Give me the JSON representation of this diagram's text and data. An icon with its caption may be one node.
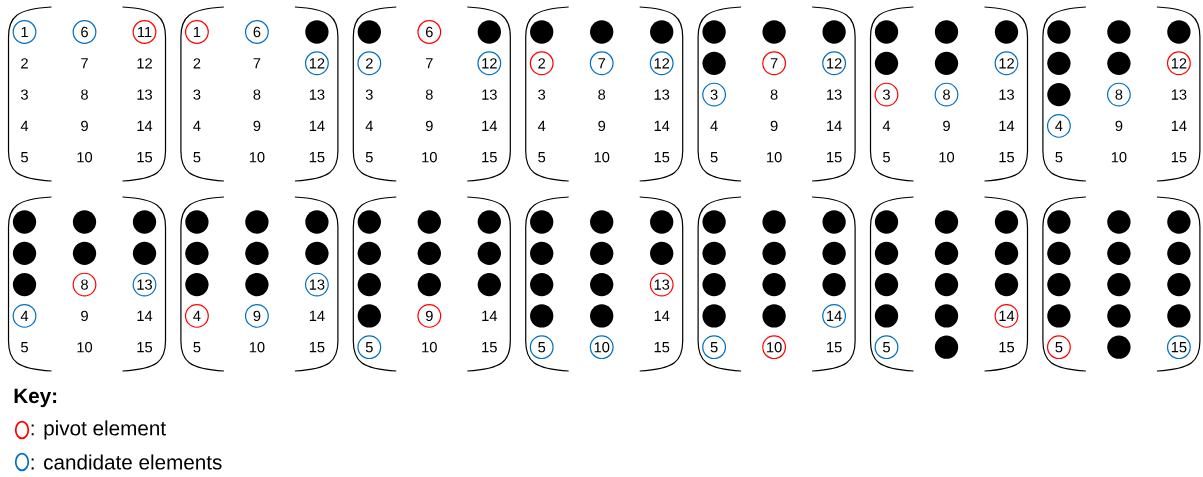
{
  "diagram": {
    "nodes": [
      {
        "text": [
          "2",
          "7",
          "12",
          "3",
          "8",
          "13",
          "4",
          "9",
          "14",
          "5",
          "10",
          "15"
        ]
      },
      {
        "text": [
          "1"
        ],
        "in": 0
      },
      {
        "text": [
          "6"
        ],
        "in": 0
      },
      {
        "text": [
          "11"
        ],
        "in": 0
      },
      {
        "text": [
          "2",
          "7",
          "3",
          "8",
          "13",
          "4",
          "9",
          "14",
          "5",
          "10",
          "15"
        ]
      },
      {
        "text": [
          "1"
        ],
        "in": 4
      },
      {
        "text": [
          "6"
        ],
        "in": 4
      },
      {
        "text": [],
        "shape": "circle",
        "in": 4
      },
      {
        "text": [
          "12"
        ],
        "in": 4
      },
      {
        "text": [
          "7",
          "3",
          "8",
          "13",
          "4",
          "9",
          "14",
          "5",
          "10",
          "15"
        ]
      },
      {
        "text": [],
        "shape": "circle",
        "in": 9
      },
      {
        "text": [
          "6"
        ],
        "in": 9
      },
      {
        "text": [],
        "shape": "circle",
        "in": 9
      },
      {
        "text": [
          "2"
        ],
        "in": 9
      },
      {
        "text": [
          "12"
        ],
        "in": 9
      },
      {
        "text": [
          "3",
          "8",
          "13",
          "4",
          "9",
          "14",
          "5",
          "10",
          "15"
        ]
      },
      {
        "text": [],
        "shape": "circle",
        "in": 15
      },
      {
        "text": [],
        "shape": "circle",
        "in": 15
      },
      {
        "text": [],
        "shape": "circle",
        "in": 15
      },
      {
        "text": [
          "2"
        ],
        "in": 15
      },
      {
        "text": [
          "7"
        ],
        "in": 15
      },
      {
        "text": [
          "12"
        ],
        "in": 15
      },
      {
        "text": [
          "8",
          "13",
          "4",
          "9",
          "14",
          "5",
          "10",
          "15"
        ]
      },
      {
        "text": [],
        "shape": "circle",
        "in": 22
      },
      {
        "text": [],
        "shape": "circle",
        "in": 22
      },
      {
        "text": [],
        "shape": "circle",
        "in": 22
      },
      {
        "text": [],
        "shape": "circle",
        "in": 22
      },
      {
        "text": [
          "7"
        ],
        "in": 22
      },
      {
        "text": [
          "12"
        ],
        "in": 22
      },
      {
        "text": [
          "3"
        ],
        "in": 22
      },
      {
        "text": [
          "13",
          "4",
          "9",
          "14",
          "5",
          "10",
          "15"
        ]
      },
      {
        "text": [],
        "shape": "circle",
        "in": 30
      },
      {
        "text": [],
        "shape": "circle",
        "in": 30
      },
      {
        "text": [],
        "shape": "circle",
        "in": 30
      },
      {
        "text": [],
        "shape": "circle",
        "in": 30
      },
      {
        "text": [],
        "shape": "circle",
        "in": 30
      },
      {
        "text": [
          "12"
        ],
        "in": 30
      },
      {
        "text": [
          "3"
        ],
        "in": 30
      },
      {
        "text": [
          "8"
        ],
        "in": 30
      },
      {
        "text": [
          "13",
          "9",
          "14",
          "5",
          "10",
          "15"
        ]
      },
      {
        "text": [],
        "shape": "circle",
        "in": 39
      },
      {
        "text": [],
        "shape": "circle",
        "in": 39
      },
      {
        "text": [],
        "shape": "circle",
        "in": 39
      },
      {
        "text": [],
        "shape": "circle",
        "in": 39
      },
      {
        "text": [],
        "shape": "circle",
        "in": 39
      },
      {
        "text": [
          "12"
        ],
        "in": 39
      },
      {
        "text": [],
        "shape": "circle",
        "in": 39
      },
      {
        "text": [
          "8"
        ],
        "in": 39
      },
      {
        "text": [
          "4"
        ],
        "in": 39
      },
      {
        "text": [
          "9",
          "14",
          "5",
          "10",
          "15"
        ]
      },
      {
        "text": [],
        "shape": "circle",
        "in": 49
      },
      {
        "text": [],
        "shape": "circle",
        "in": 49
      },
      {
        "text": [],
        "shape": "circle",
        "in": 49
      },
      {
        "text": [],
        "shape": "circle",
        "in": 49
      },
      {
        "text": [],
        "shape": "circle",
        "in": 49
      },
      {
        "text": [],
        "shape": "circle",
        "in": 49
      },
      {
        "text": [],
        "shape": "circle",
        "in": 49
      },
      {
        "text": [
          "8"
        ],
        "in": 49
      },
      {
        "text": [
          "13"
        ],
        "in": 49
      },
      {
        "text": [
          "4"
        ],
        "in": 49
      },
      {
        "text": [
          "14",
          "5",
          "10",
          "15"
        ]
      },
      {
        "text": [],
        "shape": "circle",
        "in": 60
      },
      {
        "text": [],
        "shape": "circle",
        "in": 60
      },
      {
        "text": [],
        "shape": "circle",
        "in": 60
      },
      {
        "text": [],
        "shape": "circle",
        "in": 60
      },
      {
        "text": [],
        "shape": "circle",
        "in": 60
      },
      {
        "text": [],
        "shape": "circle",
        "in": 60
      },
      {
        "text": [],
        "shape": "circle",
        "in": 60
      },
      {
        "text": [],
        "shape": "circle",
        "in": 60
      },
      {
        "text": [
          "13"
        ],
        "in": 60
      },
      {
        "text": [
          "4"
        ],
        "in": 60
      },
      {
        "text": [
          "9"
        ],
        "in": 60
      },
      {
        "text": [
          "14",
          "10",
          "15"
        ]
      },
      {
        "text": [],
        "shape": "circle",
        "in": 72
      },
      {
        "text": [],
        "shape": "circle",
        "in": 72
      },
      {
        "text": [],
        "shape": "circle",
        "in": 72
      },
      {
        "text": [],
        "shape": "circle",
        "in": 72
      },
      {
        "text": [],
        "shape": "circle",
        "in": 72
      },
      {
        "text": [],
        "shape": "circle",
        "in": 72
      },
      {
        "text": [],
        "shape": "circle",
        "in": 72
      },
      {
        "text": [],
        "shape": "circle",
        "in": 72
      },
      {
        "text": [],
        "shape": "circle",
        "in": 72
      },
      {
        "text": [],
        "shape": "circle",
        "in": 72
      },
      {
        "text": [
          "9"
        ],
        "in": 72
      },
      {
        "text": [
          "5"
        ],
        "in": 72
      },
      {
        "text": [
          "14",
          "15"
        ]
      },
      {
        "text": [],
        "shape": "circle",
        "in": 85
      },
      {
        "text": [],
        "shape": "circle",
        "in": 85
      },
      {
        "text": [],
        "shape": "circle",
        "in": 85
      },
      {
        "text": [],
        "shape": "circle",
        "in": 85
      },
      {
        "text": [],
        "shape": "circle",
        "in": 85
      },
      {
        "text": [],
        "shape": "circle",
        "in": 85
      },
      {
        "text": [],
        "shape": "circle",
        "in": 85
      },
      {
        "text": [],
        "shape": "circle",
        "in": 85
      },
      {
        "text": [
          "13"
        ],
        "in": 85
      },
      {
        "text": [],
        "shape": "circle",
        "in": 85
      },
      {
        "text": [],
        "shape": "circle",
        "in": 85
      },
      {
        "text": [
          "5"
        ],
        "in": 85
      },
      {
        "text": [
          "10"
        ],
        "in": 85
      },
      {
        "text": [
          "15"
        ]
      },
      {
        "text": [],
        "shape": "circle",
        "in": 99
      },
      {
        "text": [],
        "shape": "circle",
        "in": 99
      },
      {
        "text": [],
        "shape": "circle",
        "in": 99
      },
      {
        "text": [],
        "shape": "circle",
        "in": 99
      },
      {
        "text": [],
        "shape": "circle",
        "in": 99
      },
      {
        "text": [],
        "shape": "circle",
        "in": 99
      },
      {
        "text": [],
        "shape": "circle",
        "in": 99
      },
      {
        "text": [],
        "shape": "circle",
        "in": 99
      },
      {
        "text": [],
        "shape": "circle",
        "in": 99
      },
      {
        "text": [],
        "shape": "circle",
        "in": 99
      },
      {
        "text": [],
        "shape": "circle",
        "in": 99
      },
      {
        "text": [
          "14"
        ],
        "in": 99
      },
      {
        "text": [
          "5"
        ],
        "in": 99
      },
      {
        "text": [
          "10"
        ],
        "in": 99
      },
      {
        "text": [
          "15"
        ]
      },
      {
        "text": [],
        "shape": "circle",
        "in": 114
      },
      {
        "text": [],
        "shape": "circle",
        "in": 114
      },
      {
        "text": [],
        "shape": "circle",
        "in": 114
      },
      {
        "text": [],
        "shape": "circle",
        "in": 114
      },
      {
        "text": [],
        "shape": "circle",
        "in": 114
      },
      {
        "text": [],
        "shape": "circle",
        "in": 114
      },
      {
        "text": [],
        "shape": "circle",
        "in": 114
      },
      {
        "text": [],
        "shape": "circle",
        "in": 114
      },
      {
        "text": [],
        "shape": "circle",
        "in": 114
      },
      {
        "text": [],
        "shape": "circle",
        "in": 114
      },
      {
        "text": [],
        "shape": "circle",
        "in": 114
      },
      {
        "text": [
          "14"
        ],
        "in": 114
      },
      {
        "text": [
          "5"
        ],
        "in": 114
      },
      {
        "text": [],
        "shape": "circle",
        "in": 114
      },
      {
        "text": [],
        "shape": "bracket"
      },
      {
        "text": [],
        "shape": "circle",
        "in": 129
      },
      {
        "text": [],
        "shape": "circle",
        "in": 129
      },
      {
        "text": [],
        "shape": "circle",
        "in": 129
      },
      {
        "text": [],
        "shape": "circle",
        "in": 129
      },
      {
        "text": [],
        "shape": "circle",
        "in": 129
      },
      {
        "text": [],
        "shape": "circle",
        "in": 129
      },
      {
        "text": [],
        "shape": "circle",
        "in": 129
      },
      {
        "text": [],
        "shape": "circle",
        "in": 129
      },
      {
        "text": [],
        "shape": "circle",
        "in": 129
      },
      {
        "text": [],
        "shape": "circle",
        "in": 129
      },
      {
        "text": [],
        "shape": "circle",
        "in": 129
      },
      {
        "text": [],
        "shape": "circle",
        "in": 129
      },
      {
        "text": [
          "5"
        ],
        "in": 129
      },
      {
        "text": [],
        "shape": "circle",
        "in": 129
      },
      {
        "text": [
          "15"
        ],
        "in": 129
      }
    ],
    "labels": [
      "Key:"
    ],
    "legend": [
      {
        "text": ": pivot element",
        "color": "#ff0000"
      },
      {
        "text": ": candidate elements",
        "color": "#0070c0"
      }
    ]
  }
}
